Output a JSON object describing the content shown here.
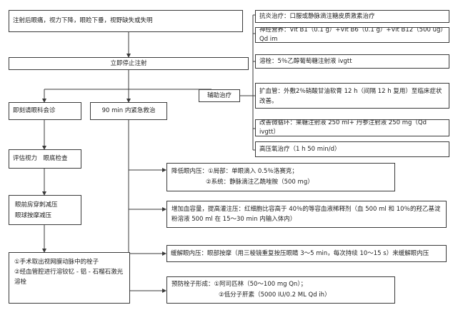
{
  "flow": {
    "top_event": "注射后眼痛，视力下降，眼睑下垂，视野缺失或失明",
    "stop": "立即停止注射",
    "consult": "即刻请眼科会诊",
    "emergency": "90 min 内紧急救治",
    "evaluate": "评估视力　眼底检查",
    "pressure_reduce_line1": "眼前房穿刺减压",
    "pressure_reduce_line2": "眼球按摩减压",
    "emboli": [
      "①手术取出视网膜动脉中的栓子",
      "②经血管腔进行溶铰钇 - 铝 - 石榴石激光溶栓"
    ],
    "adjuvant": "辅助治疗"
  },
  "adjuvant_items": [
    "抗炎治疗：口服或静脉滴注糖皮质激素治疗",
    "神经营养：Vit B1（0.1 g）+Vit B6（0.1 g）+Vit B12（500 ug）Qd im",
    "溶栓：5％乙醇葡萄糖注射液 ivgtt",
    "扩血管：外敷2％硝酸甘油软膏 12 h（间隔 12 h 复用）至临床症状改善。",
    "改善微循环：果糖注射液 250 ml+ 丹参注射液 250 mg（Qd ivgtt）",
    "高压氧治疗（1 h 50 min/d）"
  ],
  "emergency_items": {
    "iop_line1": "降低眼内压：①局部：单眼滴入 0.5％洛赛克；",
    "iop_line2": "②系统：静脉滴注乙酰唑胺（500 mg）",
    "perfusion": "增加血容量，提高灌注压：红细胞比容高于 40％的等容血液稀释剂（血 500 ml 和 10％的羟乙基淀粉溶液 500 ml 在 15～30 min 内输入体内）",
    "relief": "缓解眼内压：眼部按摩（用三棱镜重复按压眼睛 3～5 min，每次持续 10～15 s）来缓解眼内压",
    "prevent_line1": "预防栓子形成：①阿司匹林（50～100 mg Qn）；",
    "prevent_line2": "②低分子肝素（5000 IU/0.2 ML Qd ih）"
  }
}
